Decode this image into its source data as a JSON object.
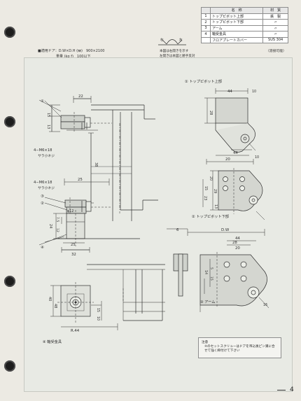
{
  "materials_table": {
    "header": [
      "",
      "名　称",
      "材　質"
    ],
    "rows": [
      {
        "no": "1",
        "name": "トップピボット上部",
        "material": "鉄　製"
      },
      {
        "no": "2",
        "name": "トップピボット下部",
        "material": "〃"
      },
      {
        "no": "3",
        "name": "アーム",
        "material": "〃"
      },
      {
        "no": "4",
        "name": "軸受金具",
        "material": "〃"
      },
      {
        "no": "",
        "name": "フロアプレートカバー",
        "material": "SUS 304"
      }
    ],
    "note": "（溶接可能）"
  },
  "door_spec": {
    "line1": "■適用ドア：D.W×D.H (㎜)　900×2100",
    "line2": "重量 (kg f)　100以下"
  },
  "orientation": {
    "left_mark": "右",
    "right_mark": "左",
    "note1": "本図は右開きを示す",
    "note2": "左開きは本図と勝手反対"
  },
  "part_labels": {
    "p1": "① トップピボット上部",
    "p2": "② トップピボット下部",
    "p3": "③ アーム",
    "p4": "④ 軸受金具"
  },
  "callouts": {
    "c1": "①",
    "c2": "②",
    "c3": "③",
    "c4": "④"
  },
  "screws": {
    "upper": "4−M6×18",
    "upper_sub": "サラ小ネジ",
    "lower": "4−M6×18",
    "lower_sub": "サラ小ネジ"
  },
  "dimensions": {
    "d22": "22",
    "d15a": "15",
    "d13": "13",
    "d38": "38",
    "d25": "25",
    "d12a": "φ12",
    "d24": "24",
    "d75": "7.5",
    "d12b": "12",
    "d25b": "25",
    "d32": "32",
    "d40": "40",
    "d48": "48",
    "d15b": "15",
    "d10": "10",
    "d44a": "R.44",
    "d44b": "44",
    "d10b": "10",
    "d28": "28",
    "d44c": "44",
    "d20": "20",
    "d20b": "20",
    "d10c": "10",
    "d15c": "15",
    "d23": "23",
    "d29": "29",
    "d13b": "13",
    "d6": "6",
    "dw": "D.W",
    "d44d": "44",
    "d28b": "28",
    "d20c": "20",
    "d14": "14",
    "d5": "5",
    "d15d": "15",
    "d16": "16"
  },
  "footnote": {
    "title": "注意",
    "body": "④のセットスクリューはドアを吊込後ピン溝に合せて強く締付けて下さい"
  },
  "page_number": "4"
}
